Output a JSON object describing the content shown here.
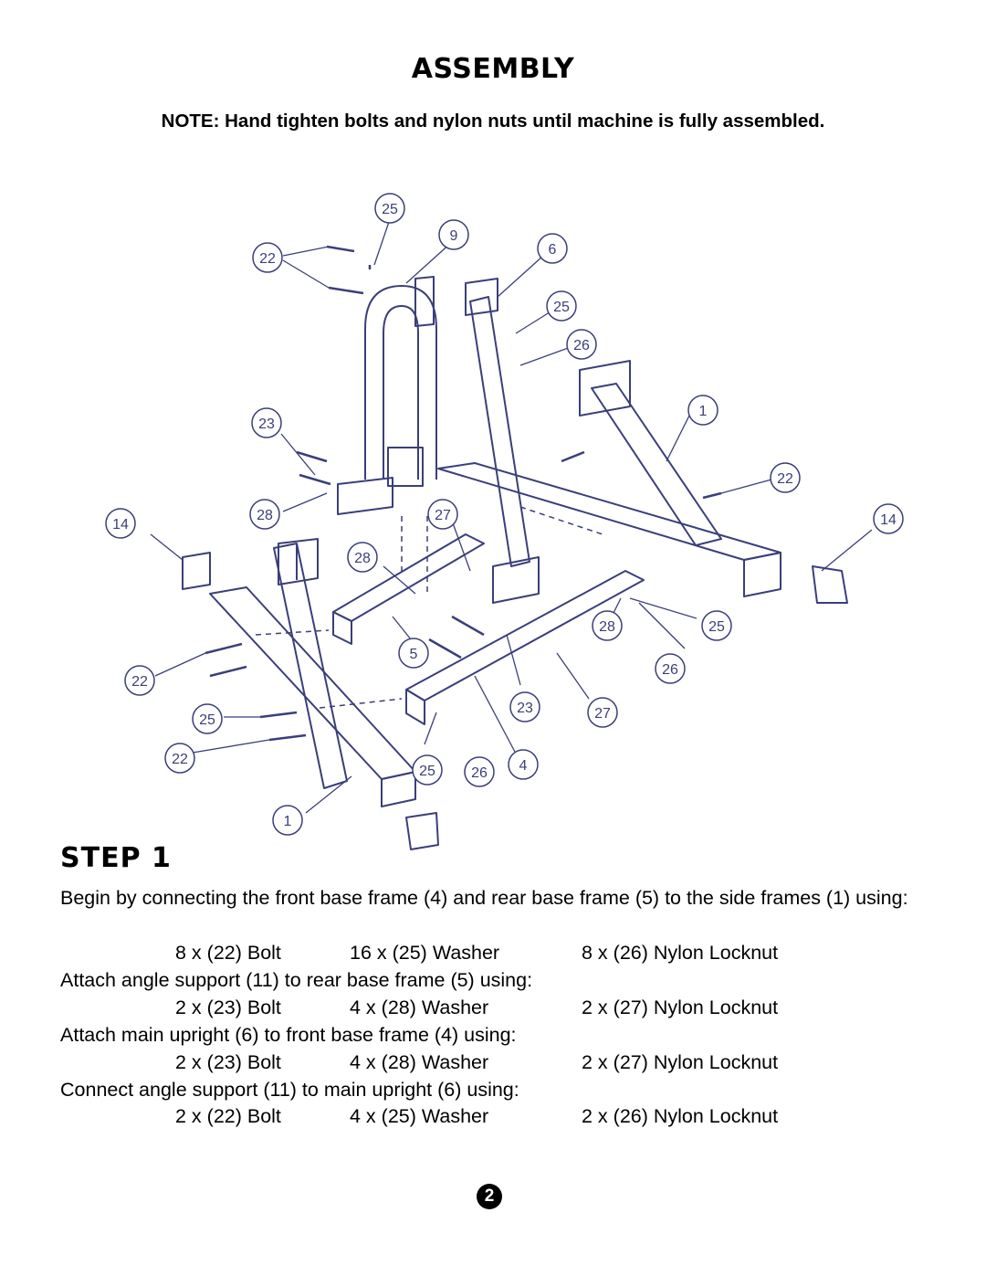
{
  "title": "ASSEMBLY",
  "note": "NOTE:  Hand tighten bolts and nylon nuts until machine is fully assembled.",
  "diagram": {
    "callouts": [
      "25",
      "9",
      "6",
      "22",
      "25",
      "26",
      "1",
      "23",
      "22",
      "28",
      "27",
      "14",
      "14",
      "28",
      "5",
      "28",
      "25",
      "26",
      "22",
      "25",
      "23",
      "27",
      "22",
      "25",
      "26",
      "4",
      "1"
    ]
  },
  "step": {
    "heading": "STEP 1",
    "intro": "Begin by connecting the front base frame (4) and rear base frame (5) to the side frames (1) using:",
    "rows": [
      {
        "bolt": "8 x (22) Bolt",
        "washer": "16 x (25) Washer",
        "nut": "8 x (26) Nylon Locknut"
      },
      {
        "bolt": "2 x (23) Bolt",
        "washer": "4 x (28) Washer",
        "nut": "2 x (27) Nylon Locknut"
      },
      {
        "bolt": "2 x (23) Bolt",
        "washer": "4 x (28) Washer",
        "nut": "2 x (27) Nylon Locknut"
      },
      {
        "bolt": "2 x (22) Bolt",
        "washer": "4 x (25) Washer",
        "nut": "2 x (26) Nylon Locknut"
      }
    ],
    "instructions": [
      "Attach angle support (11) to rear base frame (5) using:",
      "Attach main upright (6) to front base frame (4) using:",
      "Connect angle support (11) to main upright (6) using:"
    ]
  },
  "page_number": "2"
}
